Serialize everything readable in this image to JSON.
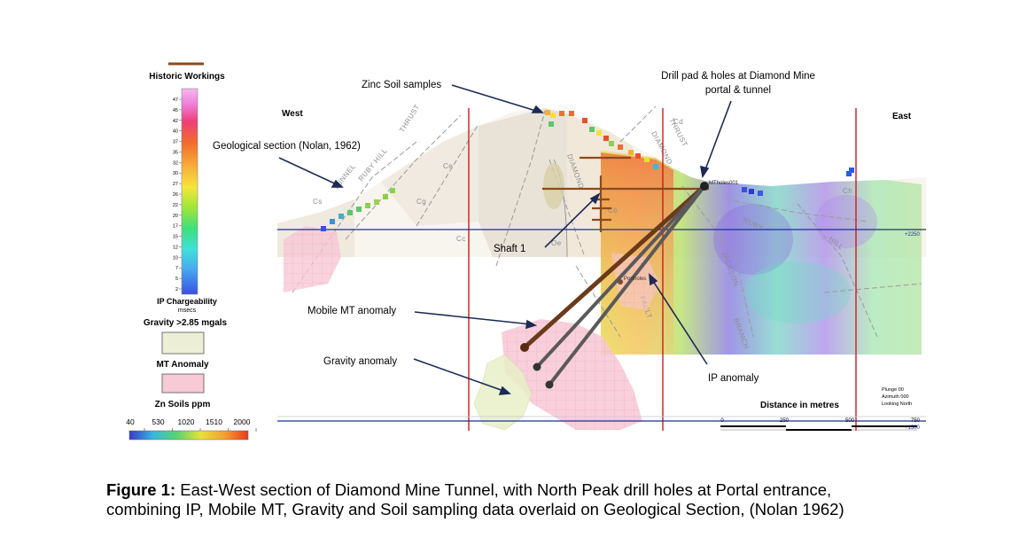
{
  "legend": {
    "historic_workings": "Historic Workings",
    "ip_ticks": [
      "47",
      "45",
      "42",
      "40",
      "37",
      "35",
      "32",
      "30",
      "27",
      "26",
      "22",
      "20",
      "17",
      "15",
      "12",
      "10",
      "7",
      "5",
      "2"
    ],
    "ip_title": "IP Chargeability",
    "ip_unit": "msecs",
    "gravity": "Gravity >2.85 mgals",
    "mt": "MT Anomaly",
    "zn": "Zn Soils ppm",
    "zn_ticks": [
      "40",
      "530",
      "1020",
      "1510",
      "2000"
    ]
  },
  "section": {
    "west": "West",
    "east": "East",
    "elev": "+2250",
    "elev2": "+1500",
    "collar": "MTholes001",
    "collar2": "Portholes",
    "dist_title": "Distance in metres",
    "dist_ticks": [
      "0",
      "250",
      "500",
      "750"
    ],
    "view": [
      "Plunge 00",
      "Azimuth 000",
      "Looking North"
    ],
    "geo_labels": [
      "THRUST",
      "RUBY HILL",
      "TUNNEL",
      "DIAMOND",
      "THRUST",
      "RUBY",
      "HILL",
      "JACKSON",
      "BRANCH",
      "FAULT",
      "DIAMOND",
      "Cd",
      "Cb",
      "Cc",
      "Oe",
      "Cs",
      "Ce",
      "Cg",
      "Ch"
    ]
  },
  "callouts": {
    "zinc": "Zinc Soil samples",
    "drill_1": "Drill pad & holes at Diamond Mine",
    "drill_2": "portal & tunnel",
    "geo": "Geological section (Nolan, 1962)",
    "shaft": "Shaft 1",
    "mmt": "Mobile MT anomaly",
    "grav": "Gravity anomaly",
    "ip": "IP anomaly"
  },
  "caption": {
    "bold": "Figure 1:",
    "line1": " East-West section of Diamond Mine Tunnel, with North Peak drill holes at Portal entrance,",
    "line2": "combining IP, Mobile MT, Gravity and Soil sampling data overlaid on Geological Section, (Nolan 1962)"
  },
  "colors": {
    "workings": "#8b4a1c",
    "mt_fill": "#f8c9d6",
    "gravity_fill": "#ecefd6",
    "red_line": "#d01a1a",
    "blue_line": "#1f2c9b"
  }
}
